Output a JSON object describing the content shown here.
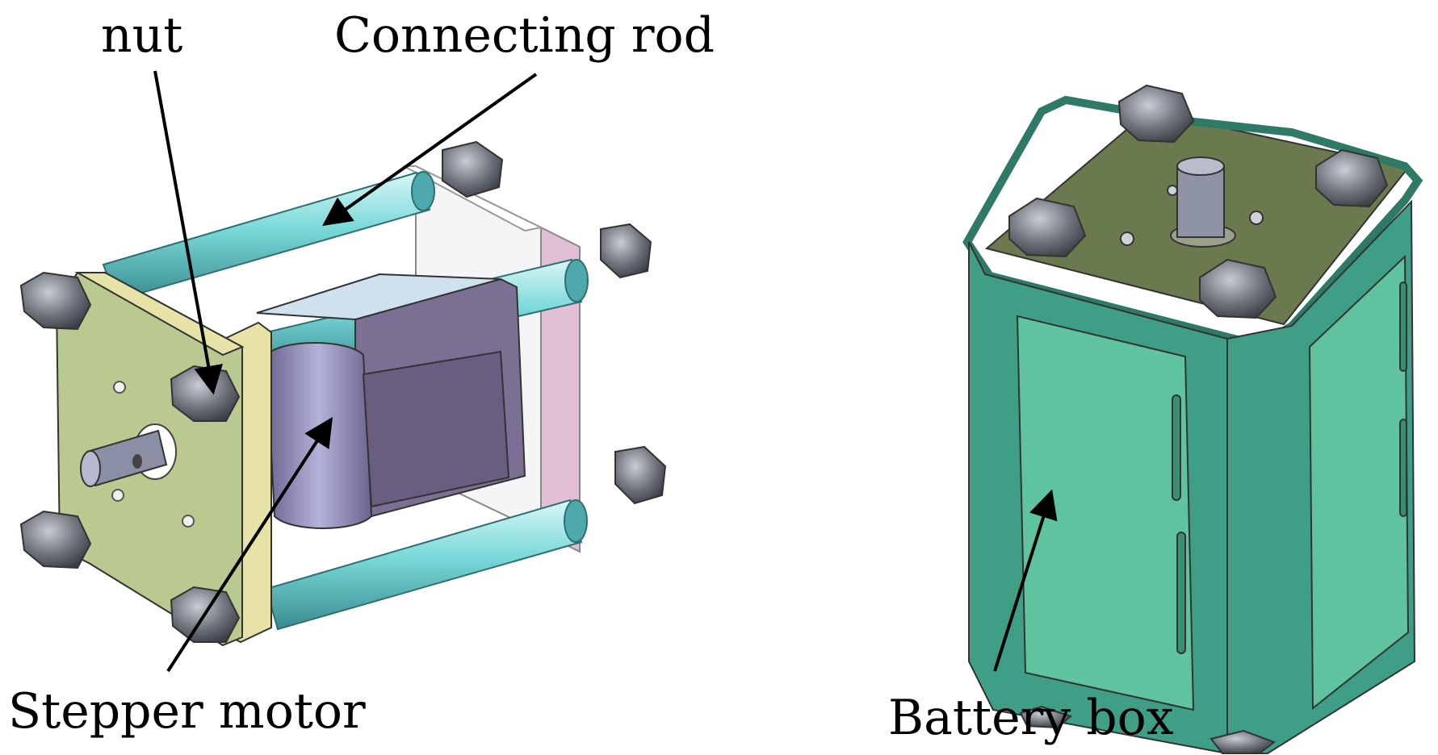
{
  "labels": {
    "nut": "nut",
    "connecting_rod": "Connecting rod",
    "stepper_motor": "Stepper motor",
    "battery_box": "Battery box"
  },
  "colors": {
    "plate": "#b9c98f",
    "plate_edge": "#e7e3a8",
    "rod": "#78d8d8",
    "motor_body": "#7c6f94",
    "motor_cylinder": "#9a96bf",
    "motor_top": "#cfe0ef",
    "frame_pink": "#e2bfd6",
    "nut_gray": "#6d717a",
    "box_teal": "#3f9f86",
    "box_light": "#5ec39e",
    "box_top": "#6b7a4e",
    "arrow": "#000000"
  }
}
